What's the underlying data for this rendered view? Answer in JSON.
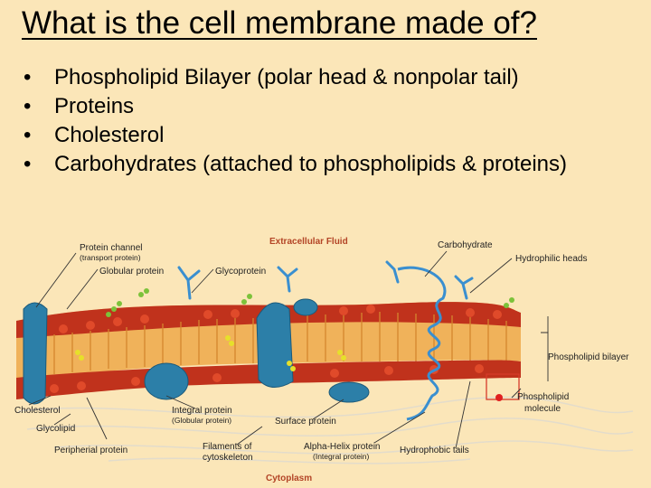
{
  "slide": {
    "title": "What is the cell membrane made of?",
    "bullet_glyph": "•",
    "bullets": [
      "Phospholipid Bilayer (polar head & nonpolar tail)",
      "Proteins",
      "Cholesterol",
      "Carbohydrates (attached to phospholipids & proteins)"
    ]
  },
  "diagram": {
    "labels": {
      "extracellular_fluid": "Extracellular Fluid",
      "cytoplasm": "Cytoplasm",
      "protein_channel": "Protein channel",
      "transport_protein": "(transport protein)",
      "globular_protein": "Globular protein",
      "glycoprotein": "Glycoprotein",
      "carbohydrate": "Carbohydrate",
      "hydrophilic_heads": "Hydrophilic heads",
      "phospholipid_bilayer": "Phospholipid bilayer",
      "phospholipid_molecule_1": "Phospholipid",
      "phospholipid_molecule_2": "molecule",
      "cholesterol": "Cholesterol",
      "glycolipid": "Glycolipid",
      "peripheral_protein": "Peripherial protein",
      "integral_protein": "Integral protein",
      "integral_protein_sub": "(Globular protein)",
      "surface_protein": "Surface protein",
      "filaments_1": "Filaments of",
      "filaments_2": "cytoskeleton",
      "alpha_helix": "Alpha-Helix protein",
      "alpha_helix_sub": "(Integral protein)",
      "hydrophobic_tails": "Hydrophobic tails"
    },
    "colors": {
      "background": "#fbe6b8",
      "heads": "#c0321c",
      "tails": "#e8a14a",
      "protein": "#2c7fa8",
      "carbohydrate": "#3a8fd0",
      "cholesterol": "#e6e02a",
      "glycolipid": "#7cc23a"
    }
  }
}
